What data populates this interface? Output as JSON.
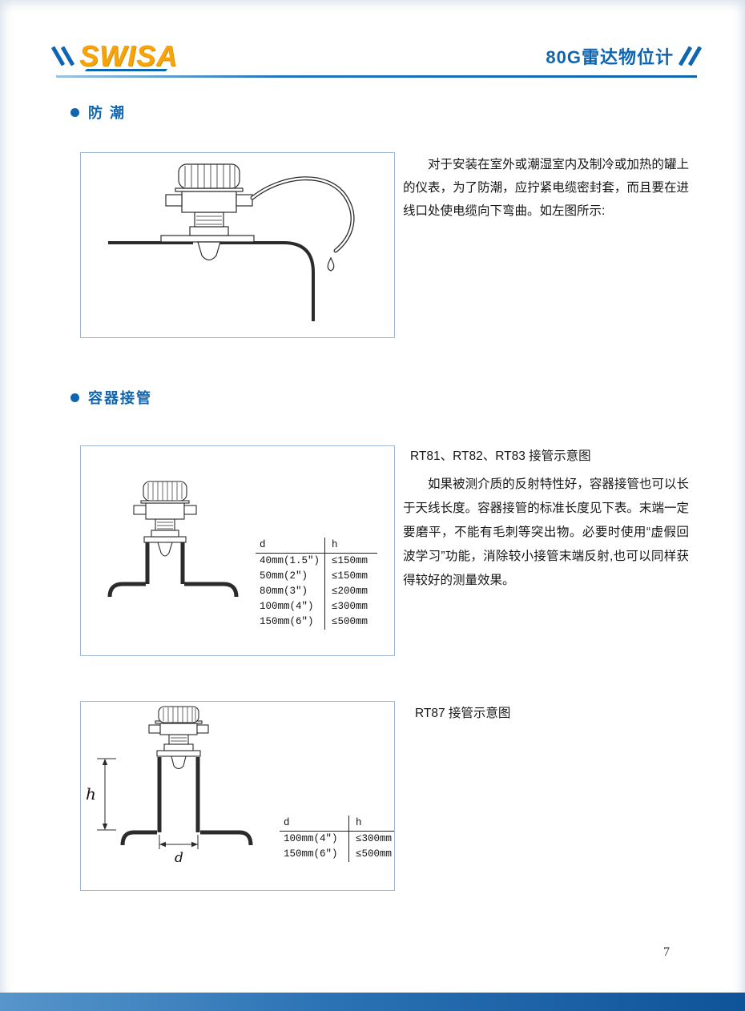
{
  "header": {
    "logo": "SWISA",
    "title": "80G雷达物位计"
  },
  "sections": {
    "moisture": {
      "heading": "防 潮",
      "body": "对于安装在室外或潮湿室内及制冷或加热的罐上的仪表，为了防潮，应拧紧电缆密封套，而且要在进线口处使电缆向下弯曲。如左图所示:"
    },
    "nozzle": {
      "heading": "容器接管",
      "caption_rt81": "RT81、RT82、RT83 接管示意图",
      "body": "如果被测介质的反射特性好，容器接管也可以长于天线长度。容器接管的标准长度见下表。末端一定要磨平，不能有毛刺等突出物。必要时使用“虚假回波学习”功能，消除较小接管末端反射,也可以同样获得较好的测量效果。",
      "caption_rt87": "RT87 接管示意图"
    }
  },
  "tables": {
    "t1": {
      "headers": [
        "d",
        "h"
      ],
      "rows": [
        [
          "40mm(1.5″)",
          "≤150mm"
        ],
        [
          "50mm(2″)",
          "≤150mm"
        ],
        [
          "80mm(3″)",
          "≤200mm"
        ],
        [
          "100mm(4″)",
          "≤300mm"
        ],
        [
          "150mm(6″)",
          "≤500mm"
        ]
      ]
    },
    "t2": {
      "headers": [
        "d",
        "h"
      ],
      "rows": [
        [
          "100mm(4″)",
          "≤300mm"
        ],
        [
          "150mm(6″)",
          "≤500mm"
        ]
      ]
    }
  },
  "dim_labels": {
    "h": "h",
    "d": "d"
  },
  "page_number": "7",
  "colors": {
    "accent_blue": "#1065b0",
    "logo_orange": "#f6a409",
    "footer_blue": "#2a72b4"
  }
}
